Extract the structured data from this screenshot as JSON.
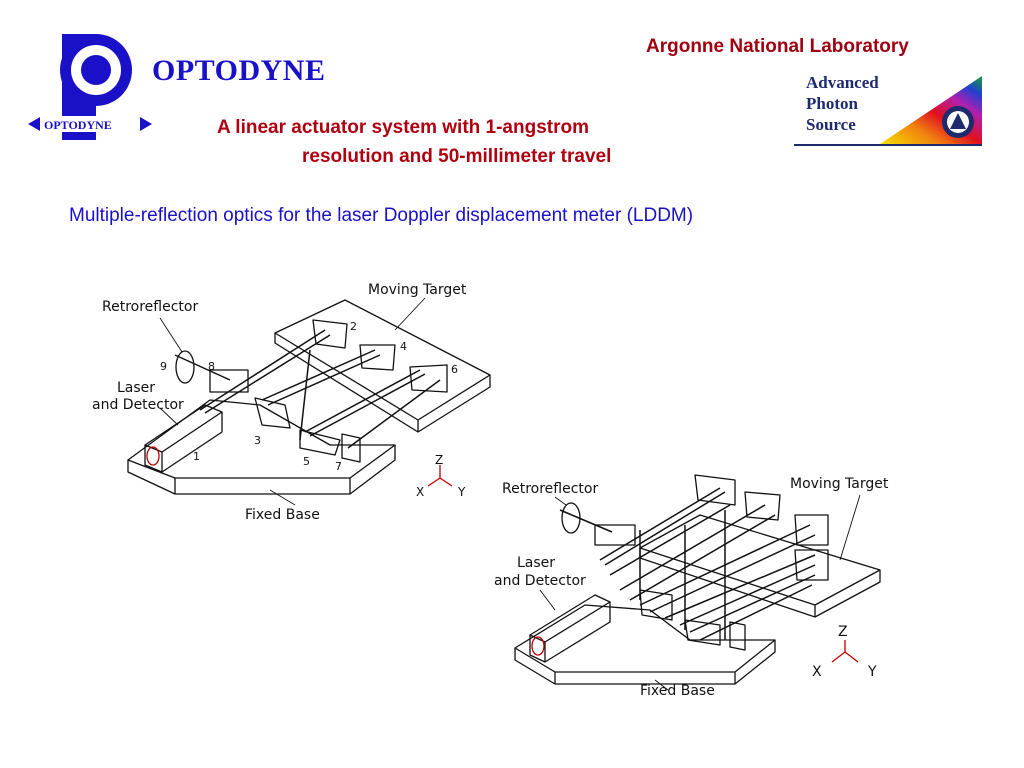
{
  "header": {
    "brand": "OPTODYNE",
    "logo_badge": "OPTODYNE",
    "lab_name": "Argonne National Laboratory",
    "aps_lines": [
      "Advanced",
      "Photon",
      "Source"
    ]
  },
  "title": {
    "line1": "A linear actuator system with 1-angstrom",
    "line2": "resolution and 50-millimeter travel"
  },
  "subtitle": "Multiple-reflection optics for the laser Doppler displacement meter (LDDM)",
  "diagram1": {
    "labels": {
      "retroreflector": "Retroreflector",
      "moving_target": "Moving Target",
      "laser": "Laser",
      "detector": "and Detector",
      "fixed_base": "Fixed Base"
    },
    "numbers": [
      "1",
      "2",
      "3",
      "4",
      "5",
      "6",
      "7",
      "8",
      "9"
    ],
    "axes": {
      "z": "Z",
      "x": "X",
      "y": "Y"
    }
  },
  "diagram2": {
    "labels": {
      "retroreflector": "Retroreflector",
      "moving_target": "Moving Target",
      "laser": "Laser",
      "detector": "and Detector",
      "fixed_base": "Fixed Base"
    },
    "axes": {
      "z": "Z",
      "x": "X",
      "y": "Y"
    }
  },
  "colors": {
    "brand_blue": "#1a10c8",
    "title_red": "#b00010",
    "lab_red": "#a00010",
    "aps_navy": "#1e2a6e"
  }
}
